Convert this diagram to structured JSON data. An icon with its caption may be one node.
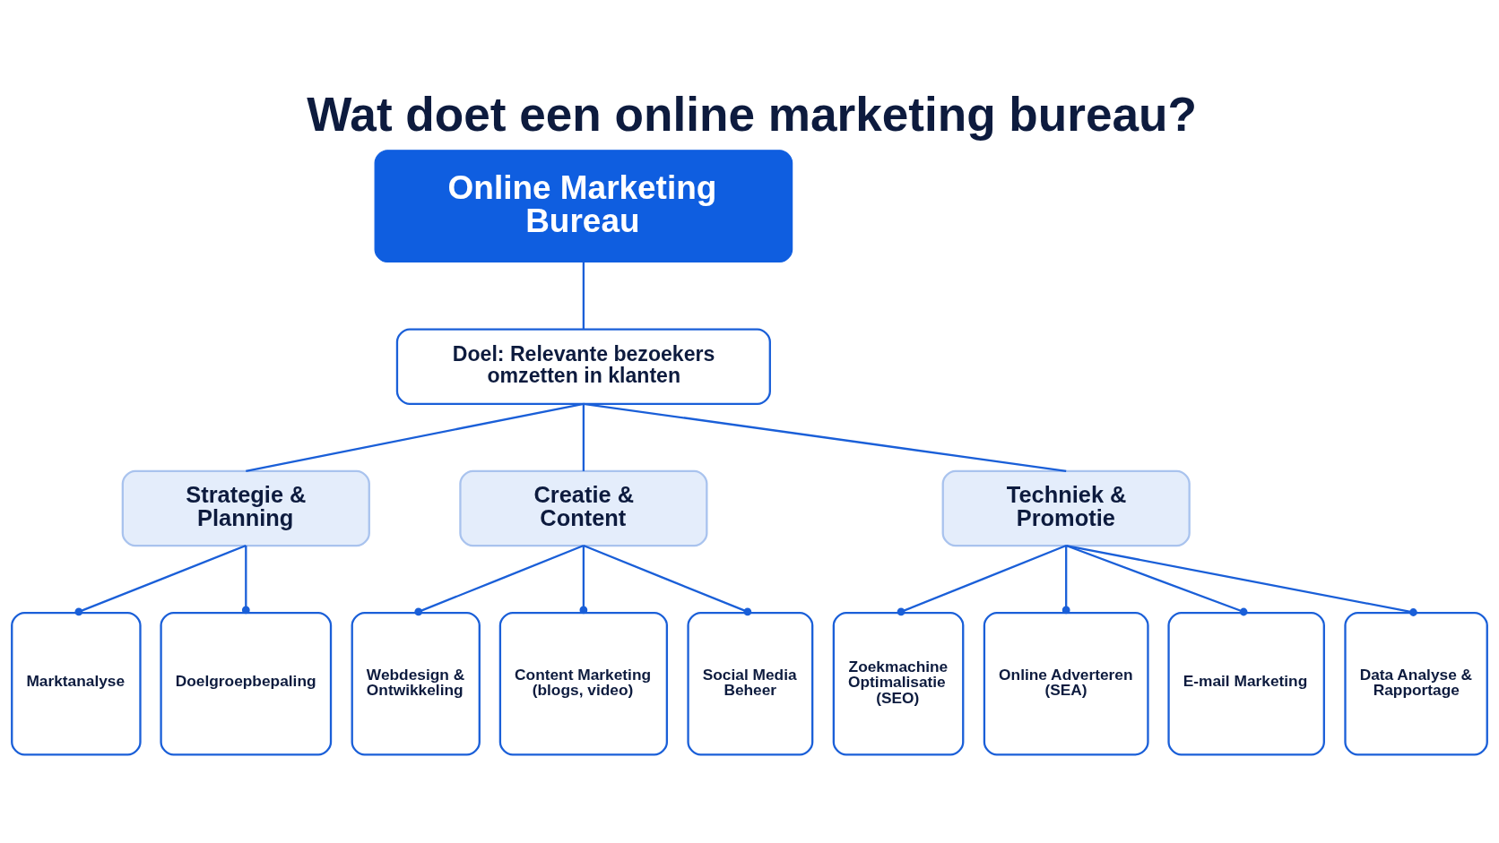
{
  "diagram": {
    "title": "Wat doet een online marketing bureau?",
    "nodes": [
      {
        "text": [
          "Online Marketing Bureau"
        ]
      },
      {
        "text": [
          "Doel: Relevante bezoekers omzetten in klanten"
        ]
      },
      {
        "text": [
          "Strategie & Planning"
        ]
      },
      {
        "text": [
          "Creatie & Content"
        ]
      },
      {
        "text": [
          "Techniek & Promotie"
        ]
      },
      {
        "text": [
          "Marktanalyse"
        ]
      },
      {
        "text": [
          "Doelgroepbepaling"
        ]
      },
      {
        "text": [
          "Webdesign & Ontwikkeling"
        ]
      },
      {
        "text": [
          "Content Marketing (blogs, video)"
        ]
      },
      {
        "text": [
          "Social Media Beheer"
        ]
      },
      {
        "text": [
          "Zoekmachine Optimalisatie (SEO)"
        ]
      },
      {
        "text": [
          "Online Adverteren (SEA)"
        ]
      },
      {
        "text": [
          "E-mail Marketing"
        ]
      },
      {
        "text": [
          "Data Analyse & Rapportage"
        ]
      }
    ],
    "edges": [
      {
        "from": 0,
        "to": 1,
        "arrow": "none"
      },
      {
        "from": 1,
        "to": 2,
        "arrow": "none"
      },
      {
        "from": 1,
        "to": 3,
        "arrow": "none"
      },
      {
        "from": 1,
        "to": 4,
        "arrow": "none"
      },
      {
        "from": 2,
        "to": 5,
        "arrow": "other"
      },
      {
        "from": 2,
        "to": 6,
        "arrow": "other"
      },
      {
        "from": 3,
        "to": 7,
        "arrow": "other"
      },
      {
        "from": 3,
        "to": 8,
        "arrow": "other"
      },
      {
        "from": 3,
        "to": 9,
        "arrow": "other"
      },
      {
        "from": 4,
        "to": 10,
        "arrow": "other"
      },
      {
        "from": 4,
        "to": 11,
        "arrow": "other"
      },
      {
        "from": 4,
        "to": 12,
        "arrow": "other"
      },
      {
        "from": 4,
        "to": 13,
        "arrow": "other"
      }
    ]
  }
}
